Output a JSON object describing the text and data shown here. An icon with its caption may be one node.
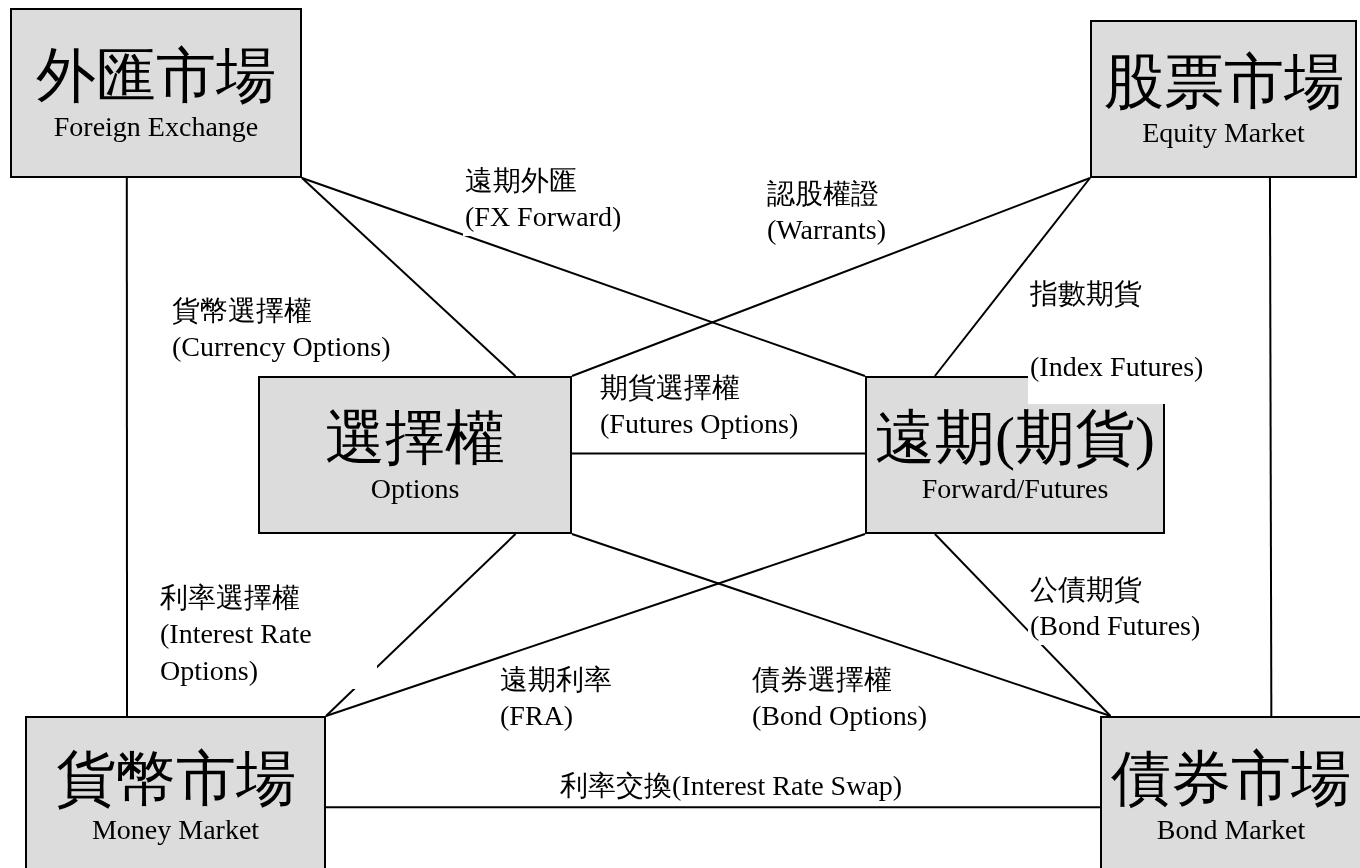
{
  "diagram": {
    "nodes": [
      {
        "text": [
          "外匯市場",
          "Foreign Exchange"
        ]
      },
      {
        "text": [
          "股票市場",
          "Equity Market"
        ]
      },
      {
        "text": [
          "選擇權",
          "Options"
        ]
      },
      {
        "text": [
          "遠期(期貨)",
          "Forward/Futures"
        ]
      },
      {
        "text": [
          "貨幣市場",
          "Money Market"
        ]
      },
      {
        "text": [
          "債券市場",
          "Bond Market"
        ]
      }
    ],
    "edges": [
      {
        "from": 0,
        "to": 4,
        "arrow": "none"
      },
      {
        "from": 0,
        "to": 2,
        "arrow": "none",
        "label": "貨幣選擇權 (Currency Options)"
      },
      {
        "from": 0,
        "to": 3,
        "arrow": "none",
        "label": "遠期外匯 (FX Forward)"
      },
      {
        "from": 1,
        "to": 2,
        "arrow": "none",
        "label": "認股權證 (Warrants)"
      },
      {
        "from": 1,
        "to": 3,
        "arrow": "none",
        "label": "指數期貨 (Index Futures)"
      },
      {
        "from": 1,
        "to": 5,
        "arrow": "none"
      },
      {
        "from": 2,
        "to": 3,
        "arrow": "none",
        "label": "期貨選擇權 (Futures Options)"
      },
      {
        "from": 2,
        "to": 4,
        "arrow": "none",
        "label": "利率選擇權 (Interest Rate Options)"
      },
      {
        "from": 2,
        "to": 5,
        "arrow": "none",
        "label": "債券選擇權 (Bond Options)"
      },
      {
        "from": 3,
        "to": 4,
        "arrow": "none",
        "label": "遠期利率 (FRA)"
      },
      {
        "from": 3,
        "to": 5,
        "arrow": "none",
        "label": "公債期貨 (Bond Futures)"
      },
      {
        "from": 4,
        "to": 5,
        "arrow": "none",
        "label": "利率交換(Interest Rate Swap)"
      }
    ]
  }
}
